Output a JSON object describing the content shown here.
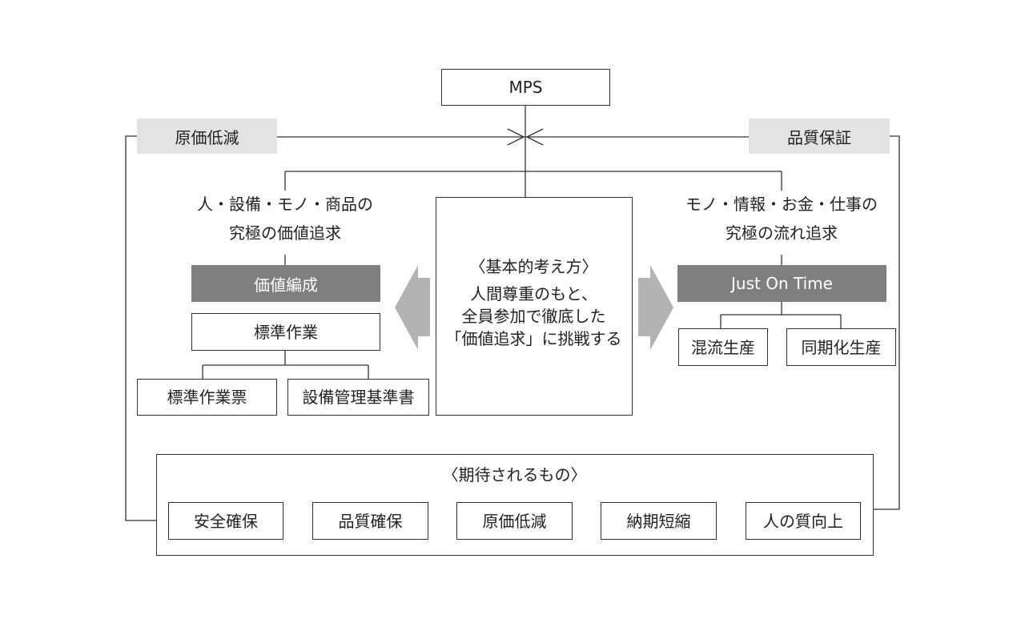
{
  "top": {
    "mps": "MPS"
  },
  "side_labels": {
    "left": "原価低減",
    "right": "品質保証"
  },
  "left": {
    "heading_line1": "人・設備・モノ・商品の",
    "heading_line2": "究極の価値追求",
    "main": "価値編成",
    "sub": "標準作業",
    "children": [
      "標準作業票",
      "設備管理基準書"
    ]
  },
  "center": {
    "title": "〈基本的考え方〉",
    "lines": [
      "人間尊重のもと、",
      "全員参加で徹底した",
      "「価値追求」に挑戦する"
    ]
  },
  "right": {
    "heading_line1": "モノ・情報・お金・仕事の",
    "heading_line2": "究極の流れ追求",
    "main": "Just On Time",
    "children": [
      "混流生産",
      "同期化生産"
    ]
  },
  "bottom": {
    "title": "〈期待されるもの〉",
    "items": [
      "安全確保",
      "品質確保",
      "原価低減",
      "納期短縮",
      "人の質向上"
    ]
  },
  "colors": {
    "line": "#333333",
    "dark_box": "#7f7f7f",
    "light_box": "#e3e3e3",
    "arrow": "#b3b3b3"
  }
}
